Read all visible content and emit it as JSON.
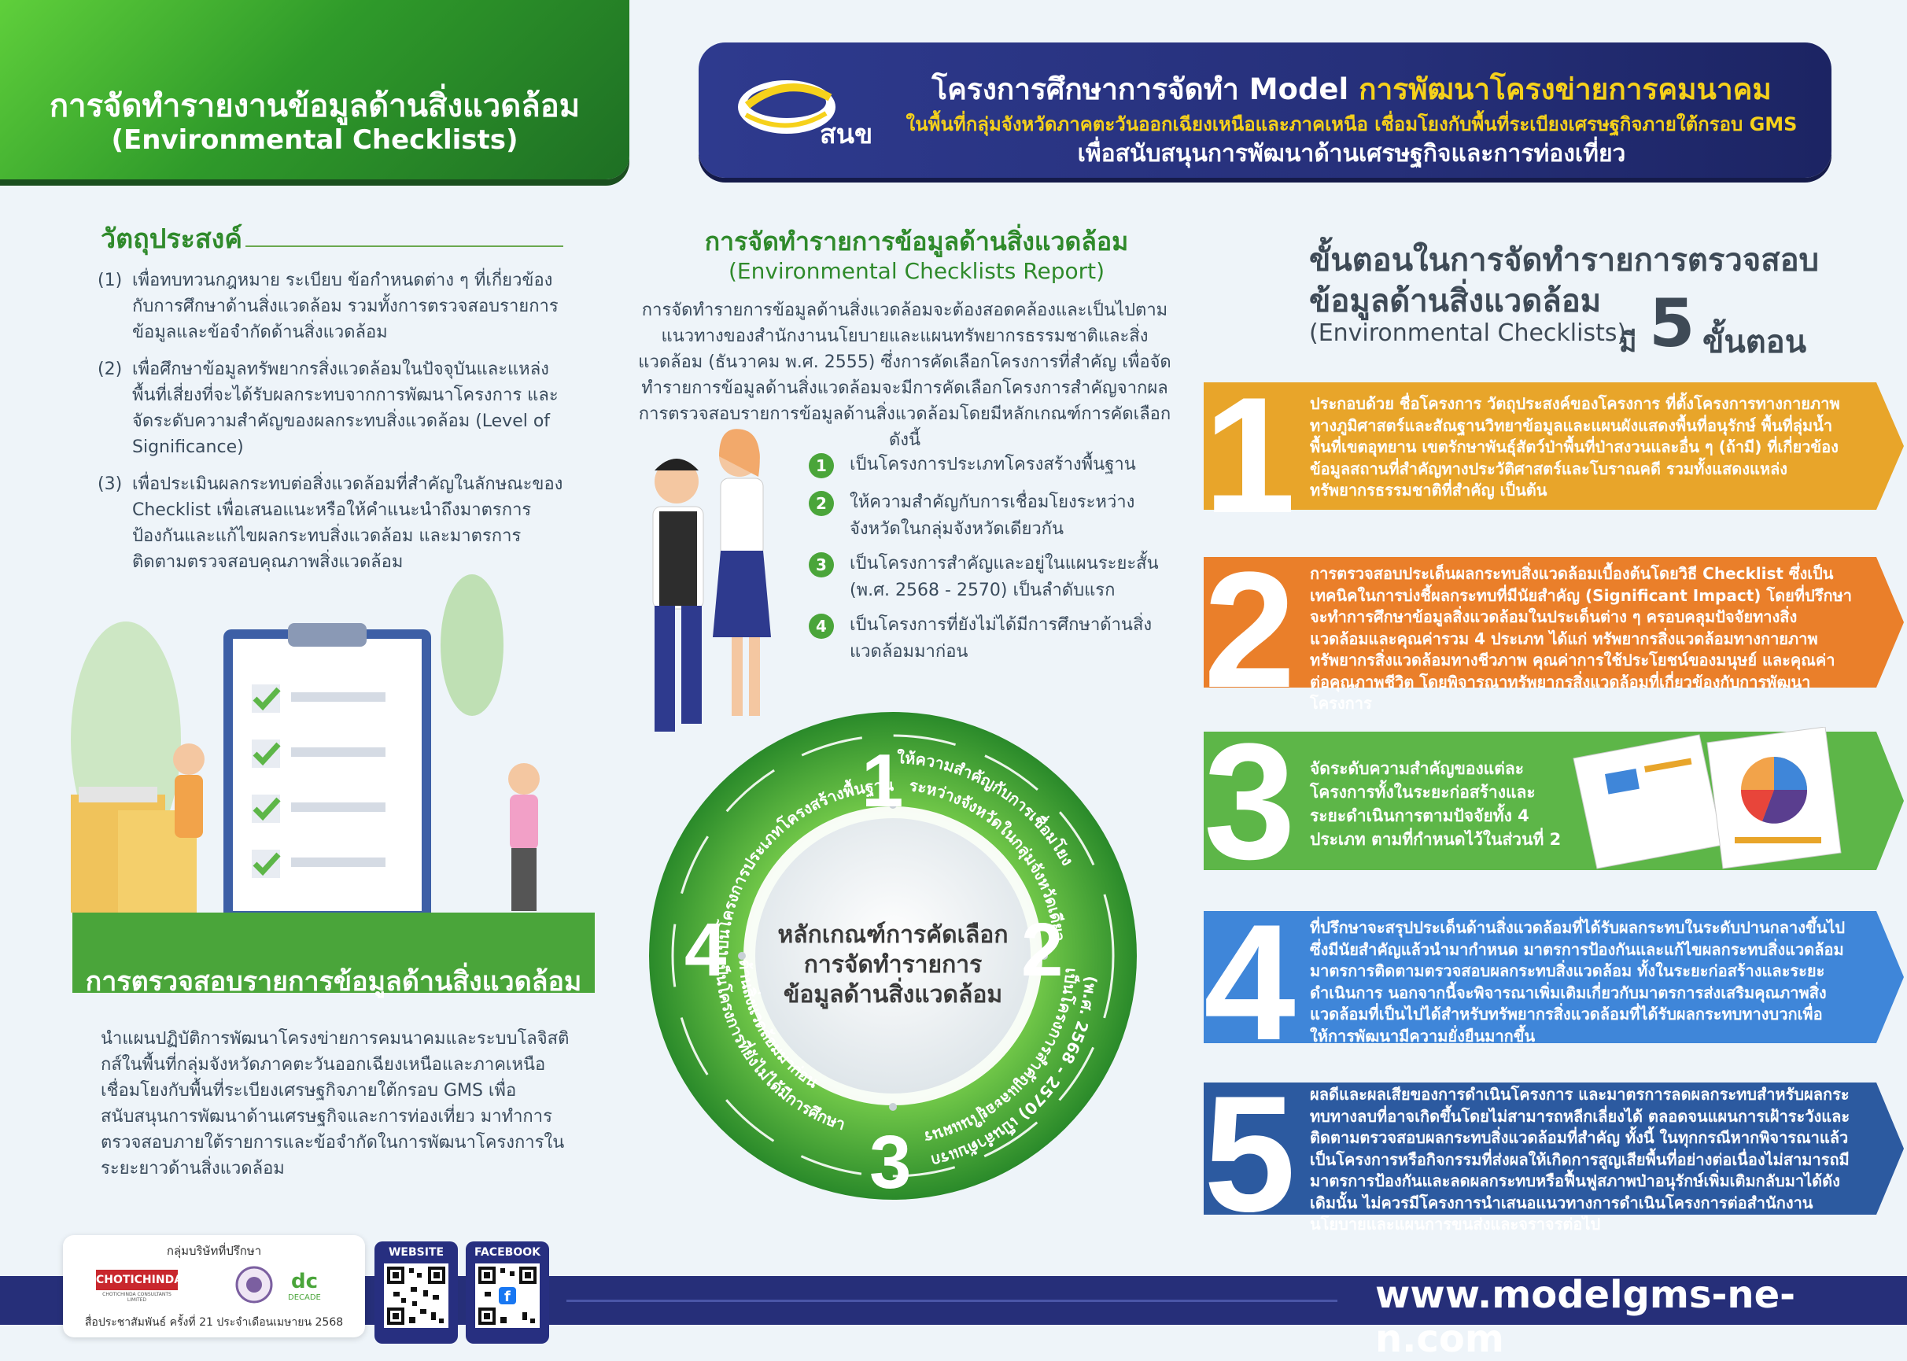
{
  "header_left": {
    "title": "การจัดทำรายงานข้อมูลด้านสิ่งแวดล้อม",
    "subtitle": "(Environmental Checklists)"
  },
  "header_right": {
    "logo_text": "สนข",
    "line1_pre": "โครงการศึกษาการจัดทำ Model ",
    "line1_highlight": "การพัฒนาโครงข่ายการคมนาคม",
    "line2": "ในพื้นที่กลุ่มจังหวัดภาคตะวันออกเฉียงเหนือและภาคเหนือ เชื่อมโยงกับพื้นที่ระเบียงเศรษฐกิจภายใต้กรอบ GMS",
    "line3": "เพื่อสนับสนุนการพัฒนาด้านเศรษฐกิจและการท่องเที่ยว"
  },
  "objectives": {
    "title": "วัตถุประสงค์",
    "items": [
      {
        "num": "(1)",
        "text": "เพื่อทบทวนกฎหมาย ระเบียบ ข้อกำหนดต่าง ๆ ที่เกี่ยวข้องกับการศึกษาด้านสิ่งแวดล้อม รวมทั้งการตรวจสอบรายการข้อมูลและข้อจำกัดด้านสิ่งแวดล้อม"
      },
      {
        "num": "(2)",
        "text": "เพื่อศึกษาข้อมูลทรัพยากรสิ่งแวดล้อมในปัจจุบันและแหล่งพื้นที่เสี่ยงที่จะได้รับผลกระทบจากการพัฒนาโครงการ และจัดระดับความสำคัญของผลกระทบสิ่งแวดล้อม (Level of Significance)"
      },
      {
        "num": "(3)",
        "text": "เพื่อประเมินผลกระทบต่อสิ่งแวดล้อมที่สำคัญในลักษณะของ Checklist เพื่อเสนอแนะหรือให้คำแนะนำถึงมาตรการป้องกันและแก้ไขผลกระทบสิ่งแวดล้อม และมาตรการติดตามตรวจสอบคุณภาพสิ่งแวดล้อม"
      }
    ]
  },
  "inspection": {
    "title": "การตรวจสอบรายการข้อมูลด้านสิ่งแวดล้อม",
    "text": "นำแผนปฏิบัติการพัฒนาโครงข่ายการคมนาคมและระบบโลจิสติกส์ในพื้นที่กลุ่มจังหวัดภาคตะวันออกเฉียงเหนือและภาคเหนือ เชื่อมโยงกับพื้นที่ระเบียงเศรษฐกิจภายใต้กรอบ GMS เพื่อสนับสนุนการพัฒนาด้านเศรษฐกิจและการท่องเที่ยว มาทำการตรวจสอบภายใต้รายการและข้อจำกัดในการพัฒนาโครงการในระยะยาวด้านสิ่งแวดล้อม"
  },
  "report": {
    "title": "การจัดทำรายการข้อมูลด้านสิ่งแวดล้อม",
    "subtitle": "(Environmental Checklists Report)",
    "text": "การจัดทำรายการข้อมูลด้านสิ่งแวดล้อมจะต้องสอดคล้องและเป็นไปตามแนวทางของสำนักงานนโยบายและแผนทรัพยากรธรรมชาติและสิ่งแวดล้อม (ธันวาคม พ.ศ. 2555) ซึ่งการคัดเลือกโครงการที่สำคัญ เพื่อจัดทำรายการข้อมูลด้านสิ่งแวดล้อมจะมีการคัดเลือกโครงการสำคัญจากผลการตรวจสอบรายการข้อมูลด้านสิ่งแวดล้อมโดยมีหลักเกณฑ์การคัดเลือก ดังนี้",
    "criteria": [
      {
        "num": "1",
        "text": "เป็นโครงการประเภทโครงสร้างพื้นฐาน"
      },
      {
        "num": "2",
        "text": "ให้ความสำคัญกับการเชื่อมโยงระหว่างจังหวัดในกลุ่มจังหวัดเดียวกัน"
      },
      {
        "num": "3",
        "text": "เป็นโครงการสำคัญและอยู่ในแผนระยะสั้น (พ.ศ. 2568 - 2570) เป็นลำดับแรก"
      },
      {
        "num": "4",
        "text": "เป็นโครงการที่ยังไม่ได้มีการศึกษาด้านสิ่งแวดล้อมมาก่อน"
      }
    ]
  },
  "circle": {
    "center": [
      "หลักเกณฑ์การคัดเลือก",
      "การจัดทำรายการ",
      "ข้อมูลด้านสิ่งแวดล้อม"
    ],
    "numbers": [
      "1",
      "2",
      "3",
      "4"
    ],
    "arc_texts": [
      "เป็นโครงการประเภทโครงสร้างพื้นฐาน",
      "ให้ความสำคัญกับการเชื่อมโยง",
      "ระหว่างจังหวัดในกลุ่มจังหวัดเดียวกัน",
      "เป็นโครงการสำคัญและอยู่ในแผนระยะสั้น",
      "(พ.ศ. 2568 - 2570) เป็นลำดับแรก",
      "เป็นโครงการที่ยังไม่ได้มีการศึกษา",
      "ด้านสิ่งแวดล้อมมาก่อน"
    ]
  },
  "steps": {
    "title_line1": "ขั้นตอนในการจัดทำรายการตรวจสอบ",
    "title_line2": "ข้อมูลด้านสิ่งแวดล้อม",
    "title_line3": "(Environmental Checklists)",
    "mi": "มี",
    "count": "5",
    "unit": "ขั้นตอน",
    "items": [
      {
        "num": "1",
        "color": "#e8a52a",
        "text": "ประกอบด้วย ชื่อโครงการ วัตถุประสงค์ของโครงการ ที่ตั้งโครงการทางกายภาพ ทางภูมิศาสตร์และสัณฐานวิทยาข้อมูลและแผนผังแสดงพื้นที่อนุรักษ์ พื้นที่ลุ่มน้ำ พื้นที่เขตอุทยาน เขตรักษาพันธุ์สัตว์ป่าพื้นที่ป่าสงวนและอื่น ๆ (ถ้ามี) ที่เกี่ยวข้อง ข้อมูลสถานที่สำคัญทางประวัติศาสตร์และโบราณคดี รวมทั้งแสดงแหล่งทรัพยากรธรรมชาติที่สำคัญ เป็นต้น"
      },
      {
        "num": "2",
        "color": "#ea7f2a",
        "text": "การตรวจสอบประเด็นผลกระทบสิ่งแวดล้อมเบื้องต้นโดยวิธี Checklist ซึ่งเป็นเทคนิคในการบ่งชี้ผลกระทบที่มีนัยสำคัญ (Significant Impact) โดยที่ปรึกษาจะทำการศึกษาข้อมูลสิ่งแวดล้อมในประเด็นต่าง ๆ ครอบคลุมปัจจัยทางสิ่งแวดล้อมและคุณค่ารวม 4 ประเภท ได้แก่ ทรัพยากรสิ่งแวดล้อมทางกายภาพ ทรัพยากรสิ่งแวดล้อมทางชีวภาพ คุณค่าการใช้ประโยชน์ของมนุษย์ และคุณค่าต่อคุณภาพชีวิต โดยพิจารณาทรัพยากรสิ่งแวดล้อมที่เกี่ยวข้องกับการพัฒนาโครงการ"
      },
      {
        "num": "3",
        "color": "#5db648",
        "text": "จัดระดับความสำคัญของแต่ละโครงการทั้งในระยะก่อสร้างและระยะดำเนินการตามปัจจัยทั้ง 4 ประเภท ตามที่กำหนดไว้ในส่วนที่ 2"
      },
      {
        "num": "4",
        "color": "#3f86d9",
        "text": "ที่ปรึกษาจะสรุปประเด็นด้านสิ่งแวดล้อมที่ได้รับผลกระทบในระดับปานกลางขึ้นไปซึ่งมีนัยสำคัญแล้วนำมากำหนด มาตรการป้องกันและแก้ไขผลกระทบสิ่งแวดล้อม มาตรการติดตามตรวจสอบผลกระทบสิ่งแวดล้อม ทั้งในระยะก่อสร้างและระยะดำเนินการ นอกจากนี้จะพิจารณาเพิ่มเติมเกี่ยวกับมาตรการส่งเสริมคุณภาพสิ่งแวดล้อมที่เป็นไปได้สำหรับทรัพยากรสิ่งแวดล้อมที่ได้รับผลกระทบทางบวกเพื่อให้การพัฒนามีความยั่งยืนมากขึ้น"
      },
      {
        "num": "5",
        "color": "#2c5aa0",
        "text": "ผลดีและผลเสียของการดำเนินโครงการ และมาตรการลดผลกระทบสำหรับผลกระทบทางลบที่อาจเกิดขึ้นโดยไม่สามารถหลีกเลี่ยงได้ ตลอดจนแผนการเฝ้าระวังและติดตามตรวจสอบผลกระทบสิ่งแวดล้อมที่สำคัญ ทั้งนี้ ในทุกกรณีหากพิจารณาแล้วเป็นโครงการหรือกิจกรรมที่ส่งผลให้เกิดการสูญเสียพื้นที่อย่างต่อเนื่องไม่สามารถมีมาตรการป้องกันและลดผลกระทบหรือฟื้นฟูสภาพป่าอนุรักษ์เพิ่มเติมกลับมาได้ดังเดิมนั้น ไม่ควรมีโครงการนำเสนอแนวทางการดำเนินโครงการต่อสำนักงานนโยบายและแผนการขนส่งและจราจรต่อไป"
      }
    ]
  },
  "footer": {
    "consultant_label": "กลุ่มบริษัทที่ปรึกษา",
    "company1": "CHOTICHINDA",
    "company1_sub": "CHOTICHINDA CONSULTANTS LIMITED",
    "company3": "DECADE",
    "issue": "สื่อประชาสัมพันธ์ ครั้งที่ 21 ประจำเดือนเมษายน 2568",
    "website_label": "WEBSITE",
    "facebook_label": "FACEBOOK",
    "url": "www.modelgms-ne-n.com"
  }
}
